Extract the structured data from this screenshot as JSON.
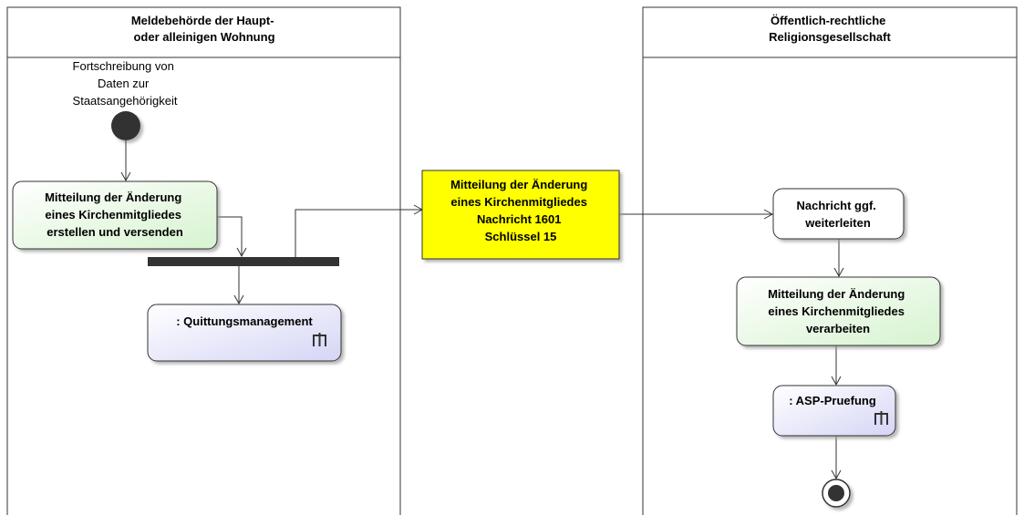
{
  "lanes": [
    {
      "title_lines": [
        "Meldebehörde der Haupt-",
        "oder alleinigen Wohnung"
      ]
    },
    {
      "title_lines": [
        "Öffentlich-rechtliche",
        "Religionsgesellschaft"
      ]
    }
  ],
  "initial_note_lines": [
    "Fortschreibung von",
    "Daten zur",
    "Staatsangehörigkeit"
  ],
  "actions": {
    "create_send": [
      "Mitteilung der Änderung",
      "eines Kirchenmitgliedes",
      "erstellen und versenden"
    ],
    "message": [
      "Mitteilung der Änderung",
      "eines Kirchenmitgliedes",
      "Nachricht 1601",
      "Schlüssel 15"
    ],
    "forward": [
      "Nachricht ggf.",
      "weiterleiten"
    ],
    "process": [
      "Mitteilung der Änderung",
      "eines Kirchenmitgliedes",
      "verarbeiten"
    ],
    "receipt": [
      ": Quittungsmanagement"
    ],
    "asp": [
      ": ASP-Pruefung"
    ]
  },
  "colors": {
    "action_green": "#e8f8e4",
    "call_lavender": "#e2e2f8",
    "message_yellow": "#ffff00",
    "line": "#333333"
  }
}
